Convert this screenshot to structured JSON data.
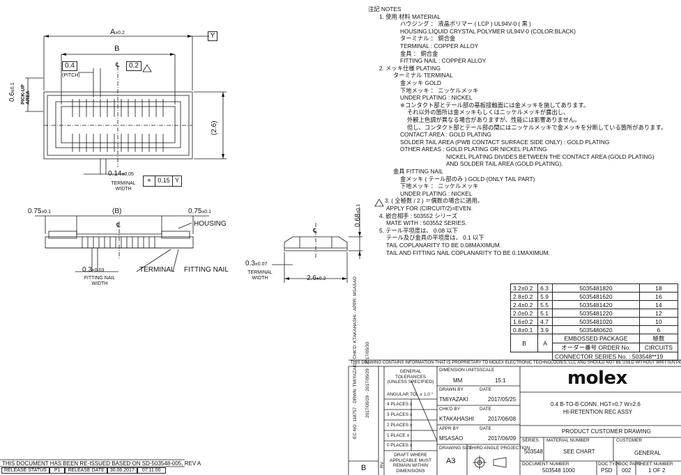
{
  "notes": {
    "heading": "注記 NOTES",
    "lines": [
      "1. 使用 材料 MATERIAL",
      "ハウジング ： 液晶ポリマー ( LCP ) UL94V-0 ( 黒 )",
      "HOUSING:LIQUID CRYSTAL POLYMER UL94V-0 (COLOR:BLACK)",
      "ターミナル ： 銅合金",
      "TERMINAL : COPPER ALLOY",
      "金具 ： 銅合金",
      "FITTING NAIL : COPPER ALLOY",
      "2. メッキ仕様 PLATING",
      "ターミナル TERMINAL",
      "金メッキ  GOLD",
      "下地メッキ ： ニッケルメッキ",
      "UNDER PLATING : NICKEL",
      "※コンタクト部とテール部の基板接触面には金メッキを施してあります。",
      "それ以外の箇所は金メッキもしくはニッケルメッキが露出し、",
      "外観上色調が異なる場合がありますが、性能には影響ありません。",
      "但し、コンタクト部とテール部の間にはニッケルメッキで金メッキを分断している箇所があります。",
      "CONTACT AREA : GOLD PLATING",
      "SOLDER TAIL AREA (PWB CONTACT SURFACE SIDE ONLY) : GOLD PLATING",
      "OTHER AREAS : GOLD PLATING OR NICKEL PLATING",
      "NICKEL PLATING DIVIDES BETWEEN THE CONTACT AREA (GOLD PLATING)",
      "AND SOLDER TAIL AREA (GOLD PLATING).",
      "金具 FITTING NAIL",
      "金メッキ ( テール部のみ ) GOLD (ONLY TAIL PART)",
      "下地メッキ ： ニッケルメッキ",
      "UNDER PLATING : NICKEL",
      "3. ( 全極数 / 2 ) ＝偶数の場合に適用。",
      "APPLY FOR (CIRCUIT/2)=EVEN.",
      "4. 嵌合相手 : 503552 シリーズ",
      "MATE WITH : 503552 SERIES.",
      "5. テール平坦度は、 0.08 以下",
      "テール及び金具の平坦度は、 0.1 以下",
      "TAIL COPLANARITY TO BE 0.08MAXIMUM.",
      "TAIL AND FITTING NAIL COPLANARITY TO BE 0.1MAXIMUM."
    ]
  },
  "top_view": {
    "dim_a": "A",
    "dim_a_tol": "±0.2",
    "dim_b": "B",
    "datum_y": "Y",
    "pitch_value": "0.4",
    "pitch_label": "(PITCH)",
    "tol_02": "0.2",
    "pickup_value": "0.6",
    "pickup_tol": "±0.1",
    "pickup_label": "PICK-UP AREA",
    "height_ref": "(2.6)",
    "terminal_width": "0.14",
    "terminal_width_tol": "±0.05",
    "terminal_width_label": "TERMINAL WIDTH",
    "position_symbol": "⌖",
    "position_tol": "0.15",
    "position_datum": "Y"
  },
  "front_view": {
    "left_dim": "0.75",
    "left_tol": "±0.1",
    "center_dim": "(B)",
    "right_dim": "0.75",
    "right_tol": "±0.1",
    "housing": "HOUSING",
    "terminal": "TERMINAL",
    "fitting_nail": "FITTING NAIL",
    "nail_width": "0.3",
    "nail_width_tol": "±0.03",
    "nail_width_label": "FITTING NAIL WIDTH"
  },
  "side_view": {
    "height": "0.68",
    "height_tol": "±0.1",
    "term_width": "0.3",
    "term_width_tol": "±0.07",
    "term_width_label": "TERMINAL WIDTH",
    "depth": "2.6",
    "depth_tol": "±0.2"
  },
  "order_table": {
    "rows": [
      {
        "b": "3.2±0.2",
        "a": "6.3",
        "order": "5035481820",
        "circuits": "18"
      },
      {
        "b": "2.8±0.2",
        "a": "5.9",
        "order": "5035481620",
        "circuits": "16"
      },
      {
        "b": "2.4±0.2",
        "a": "5.5",
        "order": "5035481420",
        "circuits": "14"
      },
      {
        "b": "2.0±0.2",
        "a": "5.1",
        "order": "5035481220",
        "circuits": "12"
      },
      {
        "b": "1.6±0.2",
        "a": "4.7",
        "order": "5035481020",
        "circuits": "10"
      },
      {
        "b": "0.8±0.1",
        "a": "3.9",
        "order": "5035480620",
        "circuits": "6"
      }
    ],
    "embossed": "EMBOSSED PACKAGE",
    "kyokusu": "極数",
    "col_b": "B",
    "col_a": "A",
    "order_header": "オーダー番号  ORDER No.",
    "circuits_header": "CIRCUITS",
    "series": "CONNECTOR SERIES No. : 503548**19"
  },
  "title_block": {
    "proprietary": "THIS DRAWING CONTAINS INFORMATION THAT IS PROPRIETARY TO MOLEX ELECTRONIC TECHNOLOGIES, LLC AND SHOULD NOT BE USED WITHOUT WRITTEN PERMISSION",
    "general_tol": "GENERAL TOLERANCES (UNLESS SPECIFIED)",
    "angular_tol": "ANGULAR TOL ±",
    "angular_val": "1.0 °",
    "places": [
      "4 PLACES ±",
      "3 PLACES ±",
      "2 PLACES ±",
      "1 PLACE ±",
      "0 PLACES ±"
    ],
    "draft_note": "DRAFT WHERE APPLICABLE MUST REMAIN WITHIN DIMENSIONS",
    "dim_units_label": "DIMENSION UNITS",
    "dim_units": "MM",
    "scale_label": "SCALE",
    "scale": "15:1",
    "drawn_by_label": "DRAWN BY",
    "drawn_by": "TMIYAZAKI",
    "drawn_date": "2017/05/25",
    "checked_label": "CHK'D BY",
    "checked_by": "KTAKAHASHI",
    "checked_date": "2017/06/08",
    "approved_label": "APPR BY",
    "approved_by": "MSASAO",
    "approved_date": "2017/06/09",
    "date_label": "DATE",
    "drawing_size_label": "DRAWING SIZE",
    "drawing_size": "A3",
    "projection_label": "THIRD ANGLE PROJECTION",
    "logo": "molex",
    "title1": "0.4 B-TO-B CONN. HGT=0.7 W=2.6",
    "title2": "HI-RETENTION REC ASSY",
    "product_drawing": "PRODUCT CUSTOMER DRAWING",
    "series_label": "SERIES",
    "series": "503548",
    "material_label": "MATERIAL NUMBER",
    "material": "SEE CHART",
    "customer_label": "CUSTOMER",
    "customer": "GENERAL",
    "doc_number_label": "DOCUMENT NUMBER",
    "doc_number": "503548 1000",
    "doc_type_label": "DOC TYPE",
    "doc_type": "PSD",
    "doc_part_label": "DOC PART",
    "doc_part": "002",
    "sheet_label": "SHEET NUMBER",
    "sheet": "1 OF 2",
    "revision": "B",
    "rev_side": "RV",
    "vertical_info": "EC NO: 118757 · DRWN: TMIYAZAKI · CHK'D: KTAKAHASHI · APPR: MSASAO",
    "vertical_dates": "2017/05/29 · 2017/05/29 · 2017/05/30"
  },
  "status_bar": {
    "reissue": "THIS DOCUMENT HAS BEEN RE-ISSUED BASED ON SD-503548-005, REV A",
    "release_status_label": "RELEASE STATUS",
    "release_status": "P1",
    "release_date_label": "RELEASE DATE",
    "release_date": "30.06.2017",
    "release_time": "07:11:00"
  }
}
